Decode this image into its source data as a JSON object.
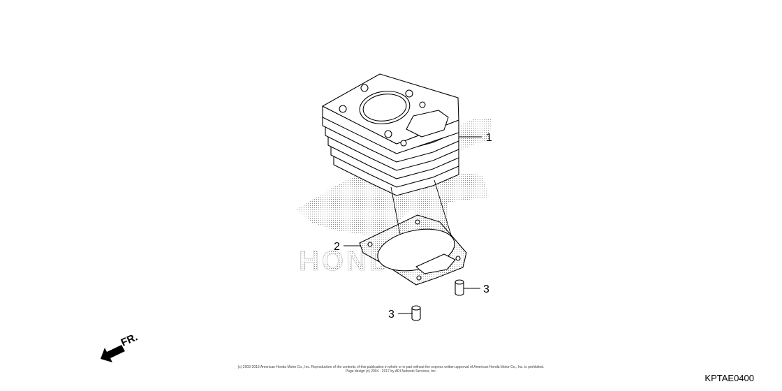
{
  "callouts": {
    "cylinder": "1",
    "gasket": "2",
    "dowel_right": "3",
    "dowel_left": "3"
  },
  "front_label": "FR.",
  "watermark_text": "HONDA",
  "copyright": {
    "line1": "(c) 2003-2013 American Honda Motor Co., Inc. Reproduction of the contents of this publication in whole or in part without the express written approval of American Honda Motor Co., Inc. is prohibited.",
    "line2": "Page design (c) 2004 - 2017 by ARI Network Services, Inc."
  },
  "diagram_code": "KPTAE0400"
}
